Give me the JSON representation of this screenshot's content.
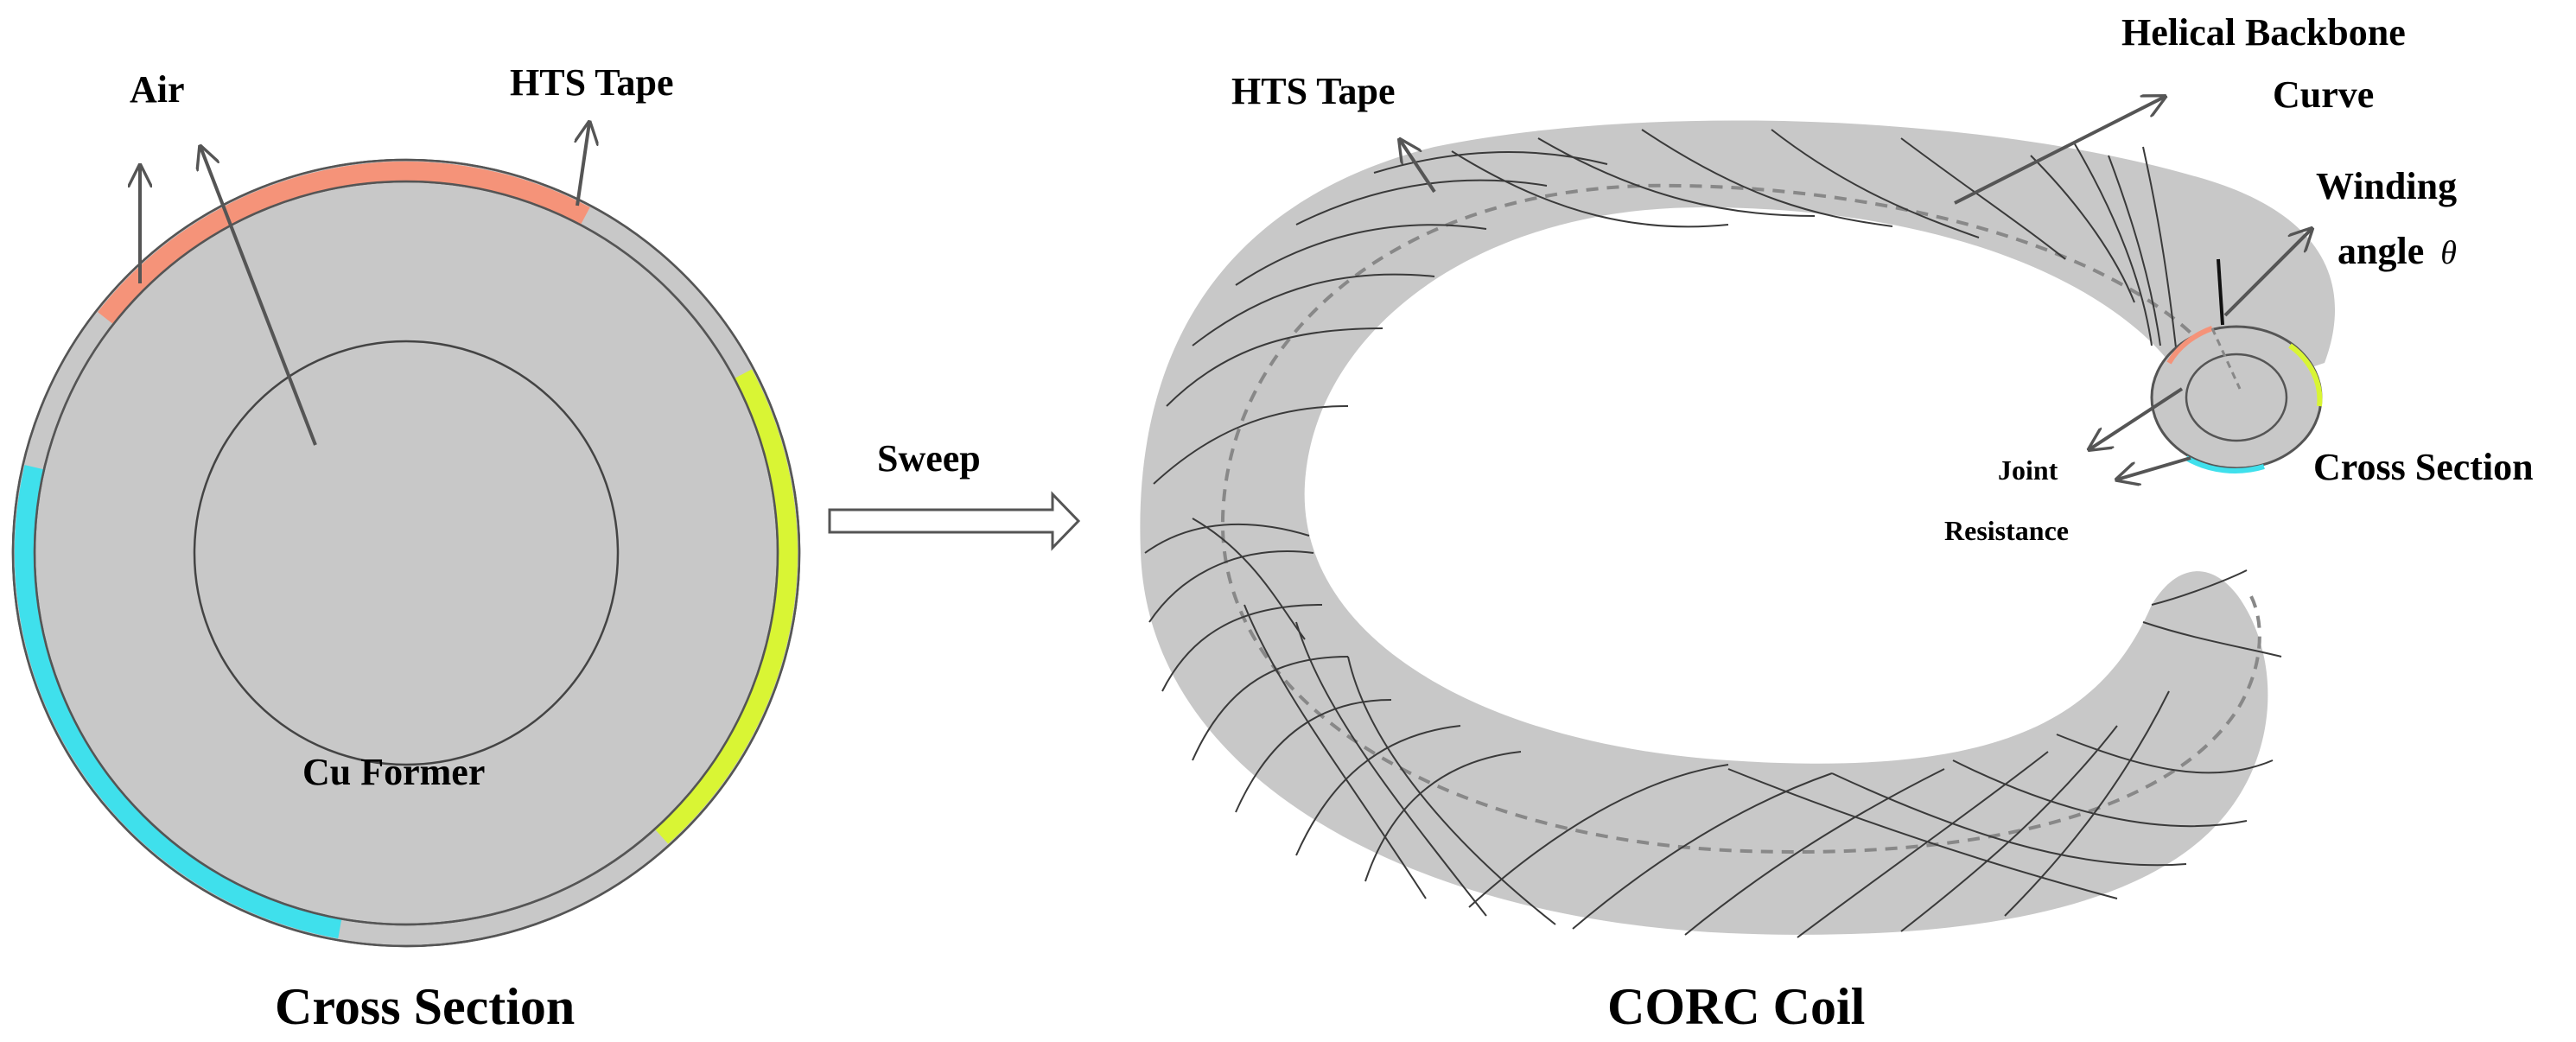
{
  "cross_section_panel": {
    "label_air": "Air",
    "label_hts_tape": "HTS Tape",
    "label_cu_former": "Cu Former",
    "caption": "Cross Section",
    "tape_colors": {
      "orange": "#f59379",
      "yellow": "#d9f534",
      "cyan": "#3fe0ec"
    },
    "fill_color": "#c8c8c8"
  },
  "sweep": {
    "label": "Sweep"
  },
  "coil_panel": {
    "label_hts_tape": "HTS Tape",
    "label_backbone_line1": "Helical Backbone",
    "label_backbone_line2": "Curve",
    "label_winding_line1": "Winding",
    "label_winding_line2": "angle",
    "label_theta": "θ",
    "label_joint_line1": "Joint",
    "label_joint_line2": "Resistance",
    "label_cross_section": "Cross Section",
    "caption": "CORC Coil"
  }
}
